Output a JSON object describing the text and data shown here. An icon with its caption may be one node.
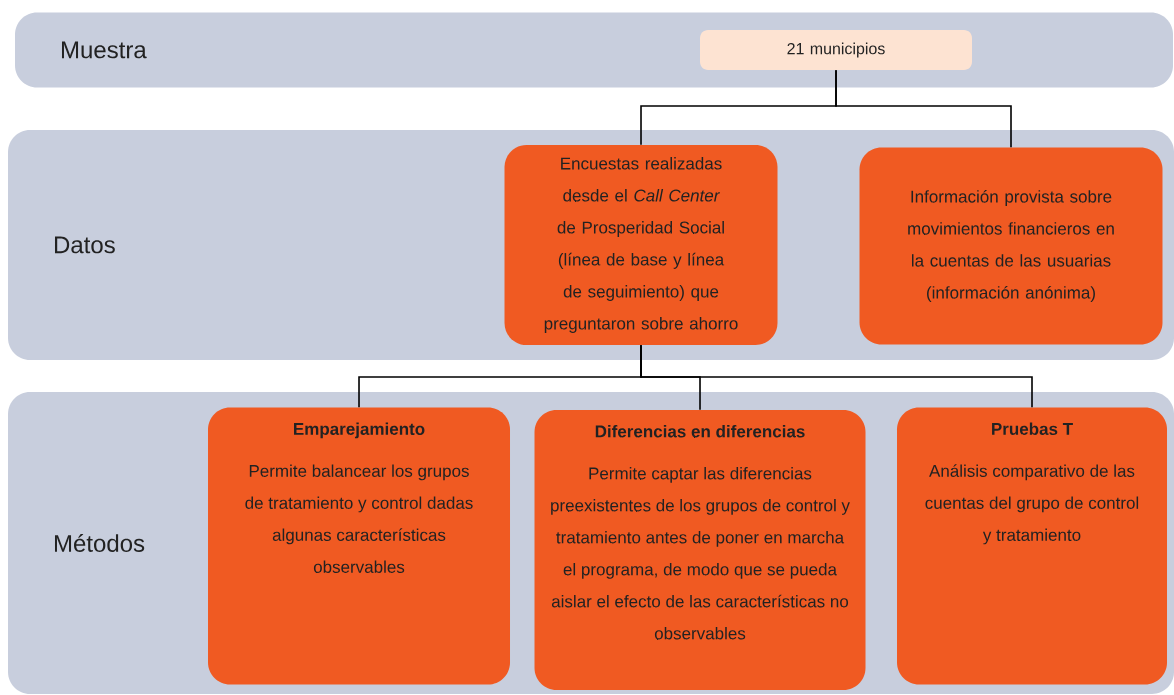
{
  "diagram": {
    "nodes": [
      {
        "text": [
          "Muestra"
        ]
      },
      {
        "text": [
          "21 municipios"
        ],
        "in": 0
      },
      {
        "text": [
          "Datos"
        ]
      },
      {
        "text": [
          "Encuestas realizadas desde el *Call Center* de Prosperidad Social (línea de base y línea de seguimiento) que preguntaron sobre ahorro"
        ],
        "in": 2
      },
      {
        "text": [
          "Información provista sobre movimientos financieros en la cuentas de las usuarias (información anónima)"
        ],
        "in": 2
      },
      {
        "text": [
          "Métodos"
        ]
      },
      {
        "text": [
          "Emparejamiento",
          "Permite balancear los grupos de tratamiento y control dadas algunas características observables"
        ],
        "in": 5
      },
      {
        "text": [
          "Diferencias en diferencias",
          "Permite captar las diferencias preexistentes de los grupos de control y tratamiento antes de poner en marcha el programa, de modo que se pueda aislar el efecto de las características no observables"
        ],
        "in": 5
      },
      {
        "text": [
          "Pruebas T",
          "Análisis comparativo de las cuentas del grupo de control y tratamiento"
        ],
        "in": 5
      }
    ],
    "edges": [
      {
        "from": 1,
        "to": 3,
        "arrow": "none"
      },
      {
        "from": 1,
        "to": 4,
        "arrow": "none"
      },
      {
        "from": 3,
        "to": 6,
        "arrow": "none"
      },
      {
        "from": 3,
        "to": 7,
        "arrow": "none"
      },
      {
        "from": 3,
        "to": 8,
        "arrow": "none"
      }
    ]
  }
}
